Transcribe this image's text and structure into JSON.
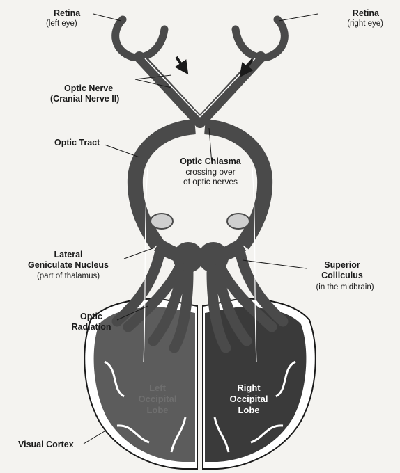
{
  "labels": {
    "retina_left": {
      "title": "Retina",
      "sub": "(left eye)"
    },
    "retina_right": {
      "title": "Retina",
      "sub": "(right eye)"
    },
    "optic_nerve": {
      "title": "Optic Nerve",
      "sub": "(Cranial Nerve II)"
    },
    "optic_tract": {
      "title": "Optic Tract"
    },
    "optic_chiasma": {
      "title": "Optic Chiasma",
      "sub1": "crossing over",
      "sub2": "of optic nerves"
    },
    "lgn": {
      "l1": "Lateral",
      "l2": "Geniculate Nucleus",
      "sub": "(part of thalamus)"
    },
    "superior_colliculus": {
      "l1": "Superior",
      "l2": "Colliculus",
      "sub": "(in the midbrain)"
    },
    "optic_radiation": {
      "l1": "Optic",
      "l2": "Radiation"
    },
    "left_lobe": {
      "l1": "Left",
      "l2": "Occipital",
      "l3": "Lobe"
    },
    "right_lobe": {
      "l1": "Right",
      "l2": "Occipital",
      "l3": "Lobe"
    },
    "visual_cortex": {
      "title": "Visual Cortex"
    }
  },
  "colors": {
    "pathway": "#4a4a4a",
    "lobe": "#3d3d3d",
    "background": "#f4f3f0",
    "line": "#1a1a1a"
  }
}
